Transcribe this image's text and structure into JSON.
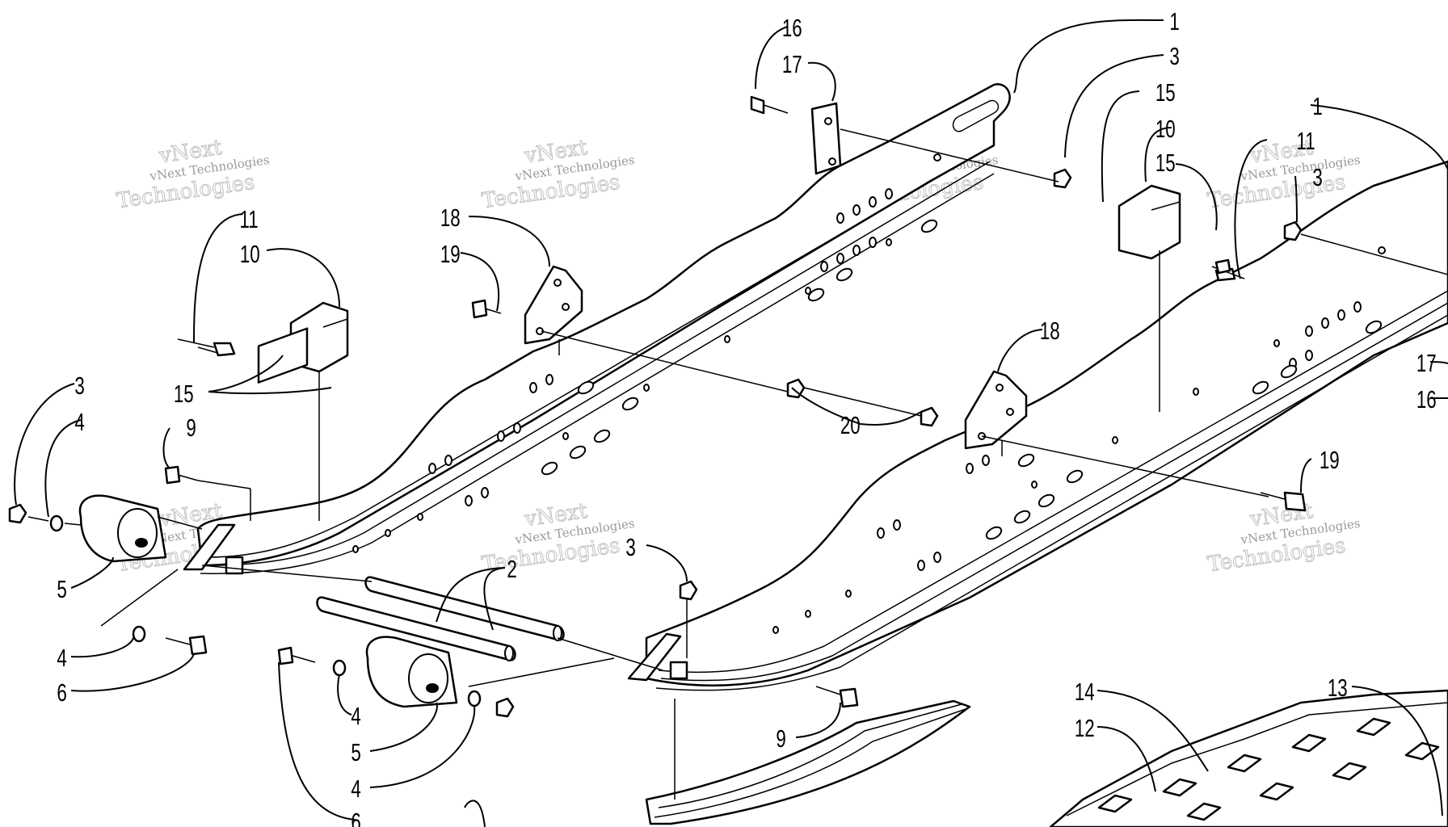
{
  "diagram": {
    "watermark": {
      "top": "vNext",
      "mid": "vNext Technologies",
      "bottom": "Technologies"
    },
    "callouts": {
      "c1a": "1",
      "c3a": "3",
      "c15a": "15",
      "c10a": "10",
      "c15b": "15",
      "c16a": "16",
      "c17a": "17",
      "c1b": "1",
      "c11a": "11",
      "c3b": "3",
      "c11b": "11",
      "c10b": "10",
      "c15c": "15",
      "c18a": "18",
      "c19a": "19",
      "c3c": "3",
      "c4a": "4",
      "c9a": "9",
      "c18b": "18",
      "c20": "20",
      "c17b": "17",
      "c16b": "16",
      "c19b": "19",
      "c5a": "5",
      "c2": "2",
      "c3d": "3",
      "c4b": "4",
      "c6a": "6",
      "c4c": "4",
      "c5b": "5",
      "c4d": "4",
      "c6b": "6",
      "c9b": "9",
      "c14": "14",
      "c12": "12",
      "c13": "13"
    }
  }
}
